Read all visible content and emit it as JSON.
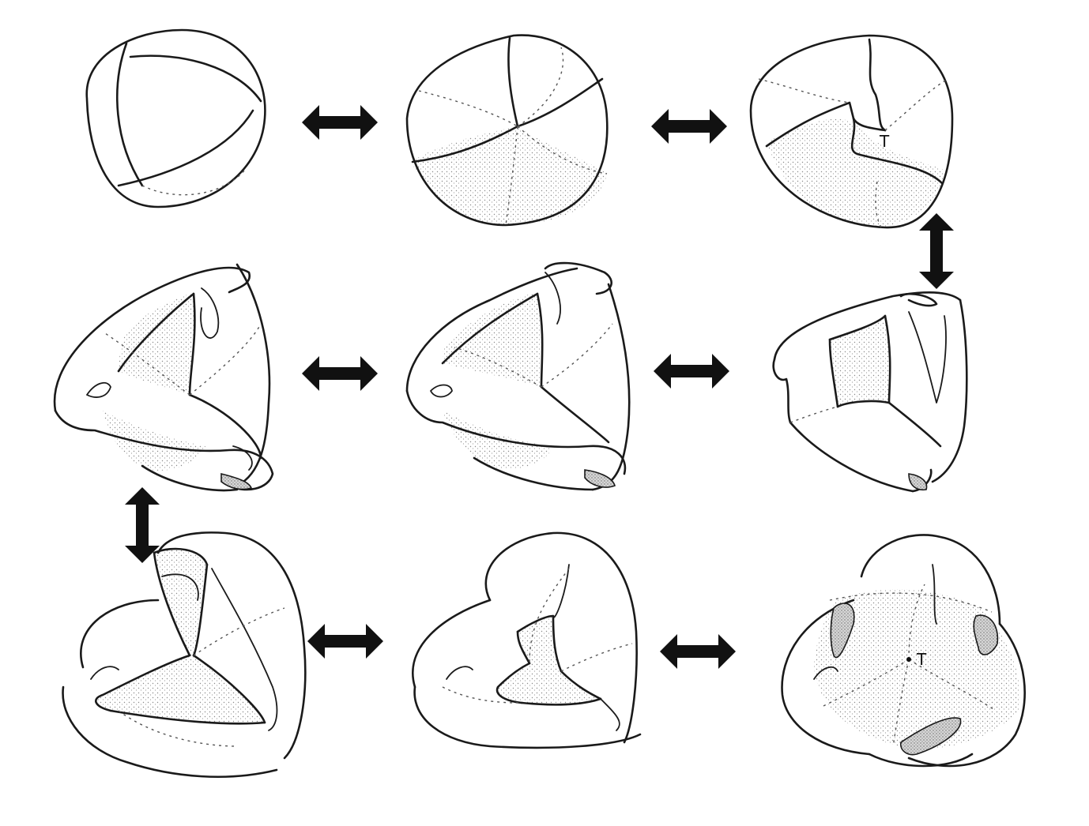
{
  "diagram": {
    "stages": [
      {
        "id": 1,
        "label": ""
      },
      {
        "id": 2,
        "label": ""
      },
      {
        "id": 3,
        "label": "T"
      },
      {
        "id": 4,
        "label": ""
      },
      {
        "id": 5,
        "label": ""
      },
      {
        "id": 6,
        "label": ""
      },
      {
        "id": 7,
        "label": ""
      },
      {
        "id": 8,
        "label": ""
      },
      {
        "id": 9,
        "label": "T"
      }
    ],
    "arrows": [
      {
        "from": 1,
        "to": 2,
        "kind": "double-headed"
      },
      {
        "from": 2,
        "to": 3,
        "kind": "double-headed"
      },
      {
        "from": 3,
        "to": 6,
        "kind": "double-headed"
      },
      {
        "from": 6,
        "to": 5,
        "kind": "double-headed"
      },
      {
        "from": 5,
        "to": 4,
        "kind": "double-headed"
      },
      {
        "from": 4,
        "to": 7,
        "kind": "double-headed"
      },
      {
        "from": 7,
        "to": 8,
        "kind": "double-headed"
      },
      {
        "from": 8,
        "to": 9,
        "kind": "double-headed"
      }
    ],
    "colors": {
      "ink": "#1a1a1a",
      "background": "#ffffff"
    }
  }
}
